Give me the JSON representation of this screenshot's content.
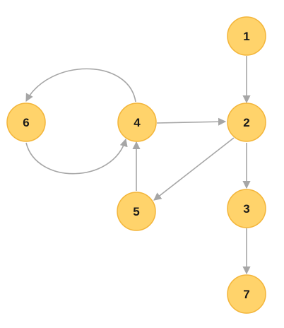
{
  "graph": {
    "nodes": [
      {
        "id": "1",
        "label": "1"
      },
      {
        "id": "2",
        "label": "2"
      },
      {
        "id": "3",
        "label": "3"
      },
      {
        "id": "4",
        "label": "4"
      },
      {
        "id": "5",
        "label": "5"
      },
      {
        "id": "6",
        "label": "6"
      },
      {
        "id": "7",
        "label": "7"
      }
    ],
    "edges": [
      {
        "from": "1",
        "to": "2"
      },
      {
        "from": "2",
        "to": "3"
      },
      {
        "from": "3",
        "to": "7"
      },
      {
        "from": "4",
        "to": "2"
      },
      {
        "from": "2",
        "to": "5"
      },
      {
        "from": "5",
        "to": "4"
      },
      {
        "from": "4",
        "to": "6"
      },
      {
        "from": "6",
        "to": "4"
      }
    ]
  },
  "colors": {
    "background": "#ffffff",
    "node_fill": "#ffd36b",
    "node_stroke": "#f3b53a",
    "node_text": "#1a1a1a",
    "edge": "#a6a6a6"
  }
}
